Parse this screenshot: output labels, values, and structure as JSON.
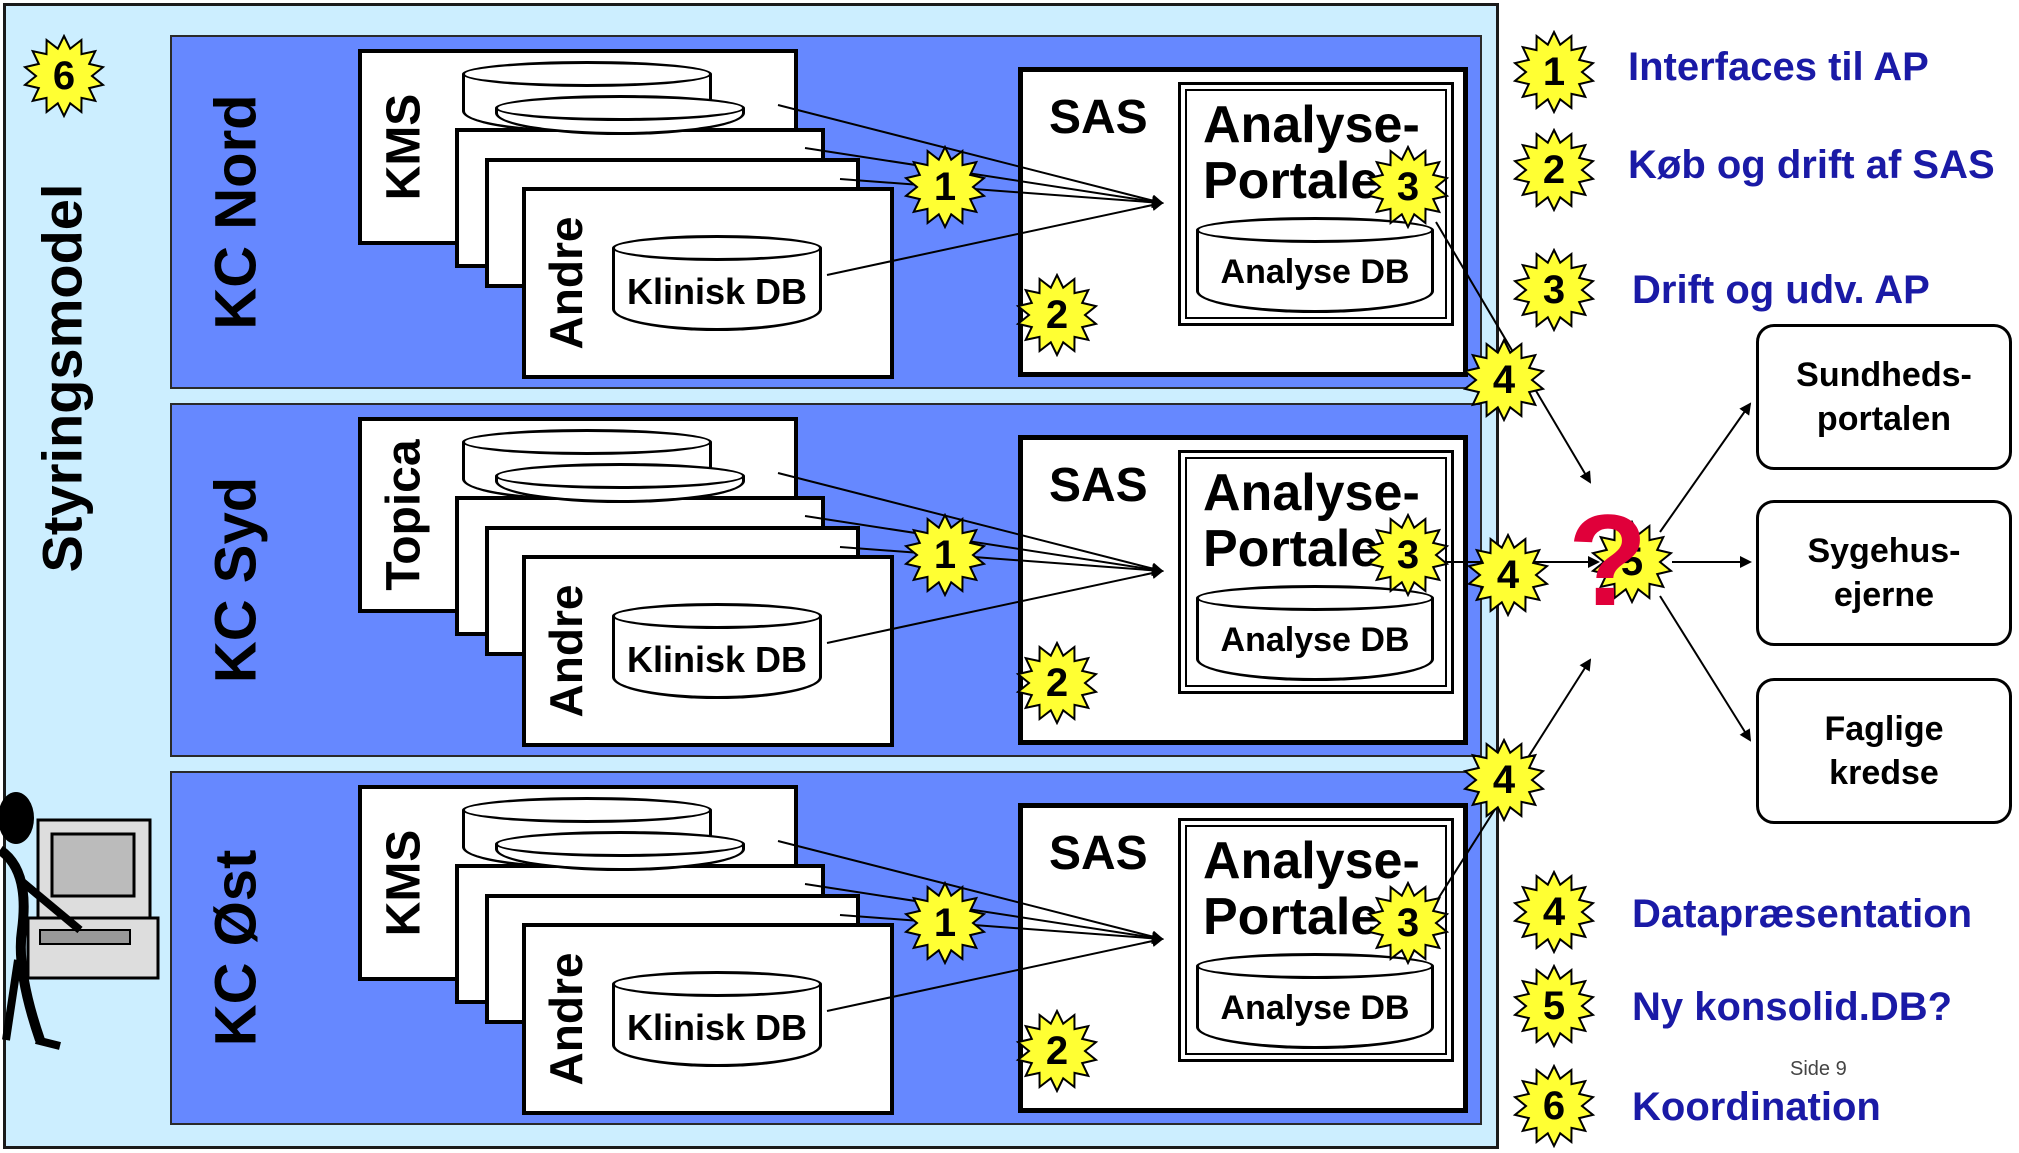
{
  "governance": {
    "label": "Styringsmodel",
    "badge": "6"
  },
  "regions": [
    {
      "name": "KC Nord",
      "system": "KMS",
      "others": "Andre",
      "clinical_db": "Klinisk DB",
      "sas": "SAS",
      "portal": "Analyse-\nPortalen",
      "analyse_db": "Analyse DB",
      "badges": [
        "1",
        "2",
        "3",
        "4"
      ]
    },
    {
      "name": "KC Syd",
      "system": "Topica",
      "others": "Andre",
      "clinical_db": "Klinisk DB",
      "sas": "SAS",
      "portal": "Analyse-\nPortalen",
      "analyse_db": "Analyse DB",
      "badges": [
        "1",
        "2",
        "3",
        "4"
      ]
    },
    {
      "name": "KC Øst",
      "system": "KMS",
      "others": "Andre",
      "clinical_db": "Klinisk DB",
      "sas": "SAS",
      "portal": "Analyse-\nPortalen",
      "analyse_db": "Analyse DB",
      "badges": [
        "1",
        "2",
        "3",
        "4"
      ]
    }
  ],
  "hub": {
    "symbol": "?",
    "badge": "5"
  },
  "targets": [
    "Sundheds-\nportalen",
    "Sygehus-\nejerne",
    "Faglige\nkredse"
  ],
  "legend": [
    {
      "num": "1",
      "text": "Interfaces til AP"
    },
    {
      "num": "2",
      "text": "Køb og drift af SAS"
    },
    {
      "num": "3",
      "text": "Drift og udv. AP"
    },
    {
      "num": "4",
      "text": "Datapræsentation"
    },
    {
      "num": "5",
      "text": "Ny konsolid.DB?"
    },
    {
      "num": "6",
      "text": "Koordination"
    }
  ],
  "footer": {
    "page": "Side 9"
  },
  "colors": {
    "outer_bg": "#cceeff",
    "region_bg": "#6688ff",
    "badge_fill": "#ffff33",
    "legend_text": "#1a1aa6",
    "question_mark": "#e0003a"
  }
}
